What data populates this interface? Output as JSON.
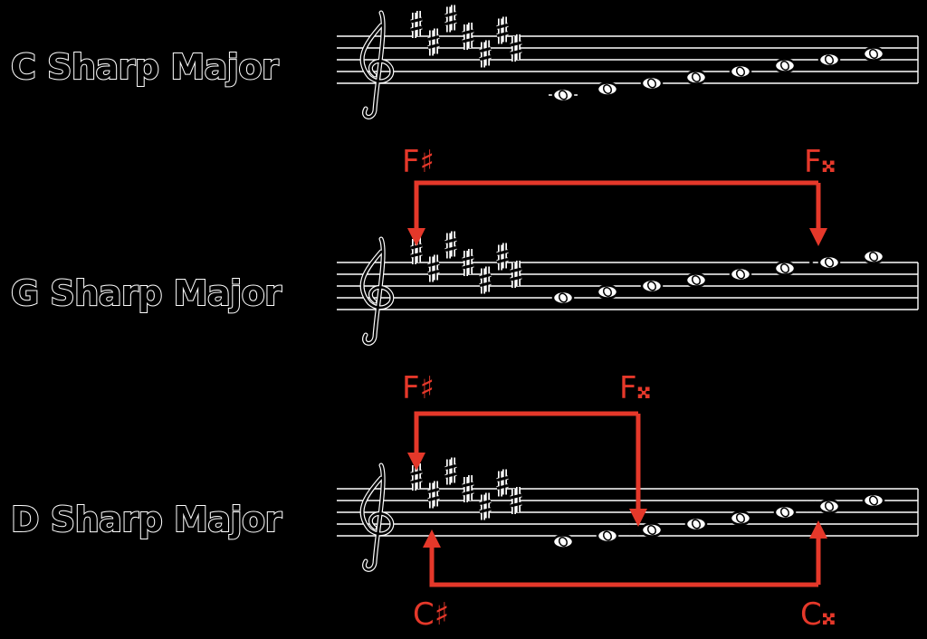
{
  "title": "",
  "colors": {
    "background": "#000000",
    "staff": "#ffffff",
    "ink": "#000000",
    "arrow": "#e5382a"
  },
  "scales": [
    {
      "name": "C Sharp Major",
      "notes": [
        "C#",
        "D#",
        "E#",
        "F#",
        "G#",
        "A#",
        "B#",
        "C#"
      ]
    },
    {
      "name": "G Sharp Major",
      "notes": [
        "G#",
        "A#",
        "B#",
        "C#",
        "D#",
        "E#",
        "Fx",
        "G#"
      ]
    },
    {
      "name": "D Sharp Major",
      "notes": [
        "D#",
        "E#",
        "Fx",
        "G#",
        "A#",
        "B#",
        "Cx",
        "D#"
      ]
    }
  ],
  "annotations": {
    "gsharp_from": "F♯",
    "gsharp_to": "F𝄪",
    "dsharp_top_from": "F♯",
    "dsharp_top_to": "F𝄪",
    "dsharp_bottom_from": "C♯",
    "dsharp_bottom_to": "C𝄪"
  },
  "symbols": {
    "clef": "treble-clef-icon",
    "sharp": "sharp-icon",
    "double_sharp": "double-sharp-icon",
    "note": "whole-note-icon"
  }
}
